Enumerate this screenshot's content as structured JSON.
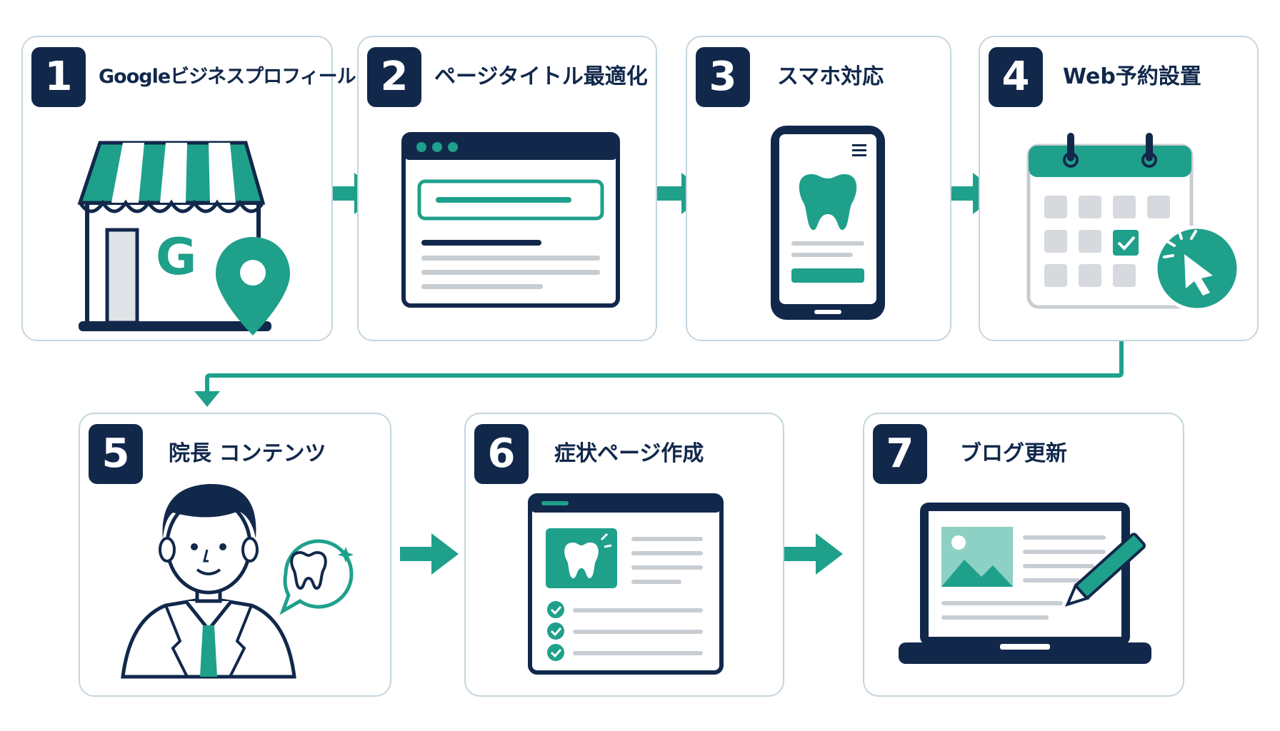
{
  "steps": [
    {
      "number": "1",
      "title": "Googleビジネスプロフィール",
      "icon": "storefront-google-pin-icon"
    },
    {
      "number": "2",
      "title": "ページタイトル最適化",
      "icon": "browser-title-bar-icon"
    },
    {
      "number": "3",
      "title": "スマホ対応",
      "icon": "smartphone-tooth-icon"
    },
    {
      "number": "4",
      "title": "Web予約設置",
      "icon": "calendar-click-icon"
    },
    {
      "number": "5",
      "title": "院長 コンテンツ",
      "icon": "doctor-speech-bubble-icon"
    },
    {
      "number": "6",
      "title": "症状ページ作成",
      "icon": "symptom-page-checklist-icon"
    },
    {
      "number": "7",
      "title": "ブログ更新",
      "icon": "laptop-pen-icon"
    }
  ],
  "logo_letter": "G",
  "colors": {
    "navy": "#11284b",
    "teal": "#1fa08b",
    "light_teal": "#8dd1c4",
    "gray": "#c8cdd2",
    "border": "#c5d5df"
  }
}
